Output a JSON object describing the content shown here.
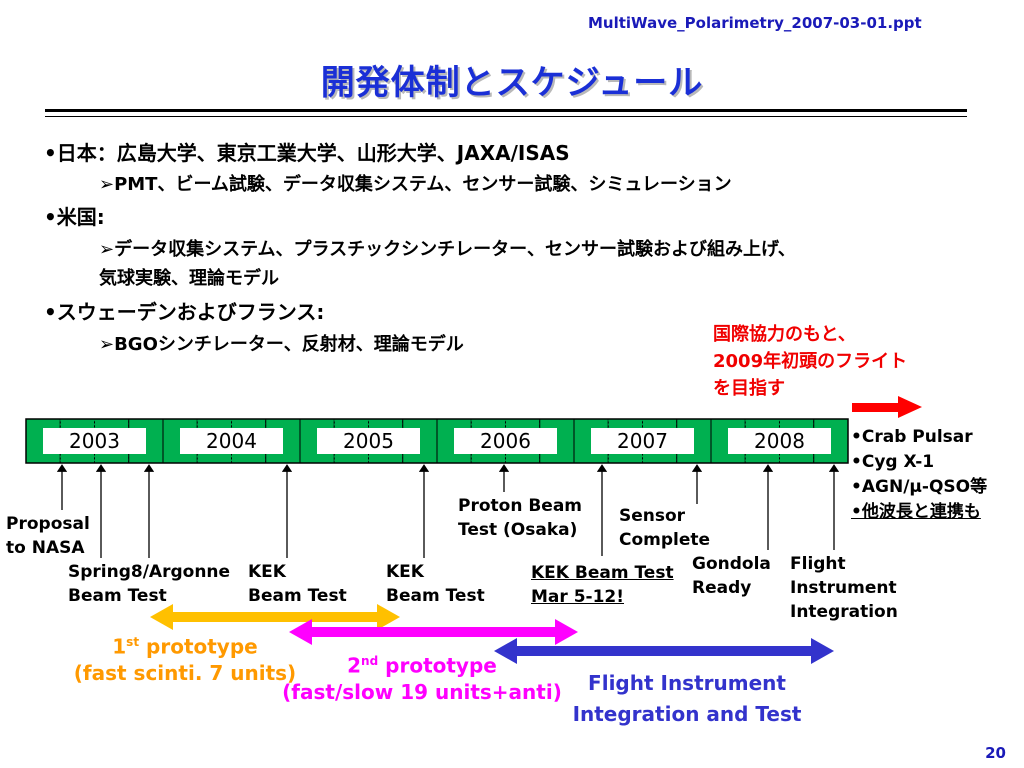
{
  "slide": {
    "file_name": "MultiWave_Polarimetry_2007-03-01.ppt",
    "title": "開発体制とスケジュール",
    "page_number": "20"
  },
  "bullets": [
    {
      "text": "•日本：広島大学、東京工業大学、山形大学、JAXA/ISAS",
      "sub": [
        "➢PMT、ビーム試験、データ収集システム、センサー試験、シミュレーション"
      ]
    },
    {
      "text": "•米国:",
      "sub": [
        "➢データ収集システム、プラスチックシンチレーター、センサー試験および組み上げ、",
        "気球実験、理論モデル"
      ]
    },
    {
      "text": "•スウェーデンおよびフランス:",
      "sub": [
        "➢BGOシンチレーター、反射材、理論モデル"
      ]
    }
  ],
  "flight_note": [
    "国際協力のもと、",
    "2009年初頭のフライト",
    "を目指す"
  ],
  "timeline": {
    "years": [
      "2003",
      "2004",
      "2005",
      "2006",
      "2007",
      "2008"
    ],
    "bar_color": "#00b050",
    "milestones": [
      {
        "lines": [
          "Proposal",
          "to NASA"
        ],
        "underline": false
      },
      {
        "lines": [
          "Spring8/Argonne",
          "Beam Test"
        ],
        "underline": false
      },
      {
        "lines": [
          "KEK",
          "Beam Test"
        ],
        "underline": false
      },
      {
        "lines": [
          "KEK",
          "Beam Test"
        ],
        "underline": false
      },
      {
        "lines": [
          "Proton Beam",
          "Test (Osaka)"
        ],
        "underline": false
      },
      {
        "lines": [
          "KEK Beam Test",
          "Mar 5-12!"
        ],
        "underline": true
      },
      {
        "lines": [
          "Sensor",
          "Complete"
        ],
        "underline": false
      },
      {
        "lines": [
          "Gondola",
          "Ready"
        ],
        "underline": false
      },
      {
        "lines": [
          "Flight",
          "Instrument",
          "Integration"
        ],
        "underline": false
      }
    ]
  },
  "targets": [
    "•Crab Pulsar",
    "•Cyg X-1",
    "•AGN/μ-QSO等",
    "•他波長と連携も"
  ],
  "prototypes": [
    {
      "name": "1",
      "sup": "st",
      "suffix": " prototype",
      "detail": "(fast scinti. 7 units)",
      "color": "#ff9900"
    },
    {
      "name": "2",
      "sup": "nd",
      "suffix": " prototype",
      "detail": "(fast/slow 19 units+anti)",
      "color": "#ff00ff"
    },
    {
      "name": "Flight Instrument",
      "sup": "",
      "suffix": "",
      "detail": "Integration and Test",
      "color": "#3333cc"
    }
  ],
  "colors": {
    "title": "#1a2fd6",
    "red_note": "#f00000",
    "arrow_red": "#ff0000",
    "arrow_yellow": "#ffc000",
    "arrow_magenta": "#ff00ff",
    "arrow_blue": "#3333cc"
  }
}
